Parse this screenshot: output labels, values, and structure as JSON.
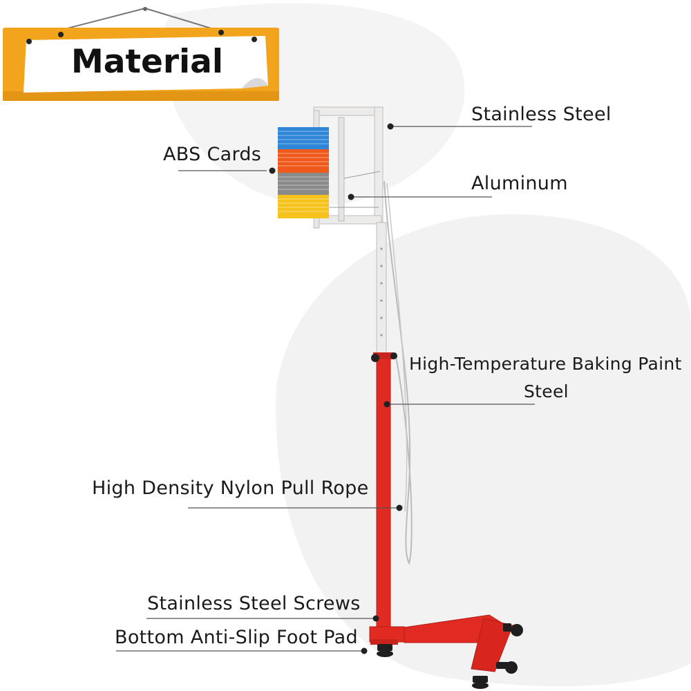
{
  "header": {
    "sign_title": "Material"
  },
  "callouts": {
    "stainless_steel": "Stainless Steel",
    "abs_cards": "ABS Cards",
    "aluminum": "Aluminum",
    "baking_paint_line1": "High-Temperature Baking Paint",
    "baking_paint_line2": "Steel",
    "nylon_rope": "High Density Nylon Pull Rope",
    "stainless_screws": "Stainless Steel Screws",
    "foot_pad": "Bottom Anti-Slip Foot Pad"
  },
  "colors": {
    "sign_wood": "#f2a51c",
    "sign_paper": "#ffffff",
    "upper_pole": "#ecebea",
    "lower_pole": "#e02a22",
    "card_blue": "#2f86d8",
    "card_orange": "#ef5a1c",
    "card_gray": "#8a8a8a",
    "card_yellow": "#f6c31c",
    "leader_line": "#555555",
    "background_blob": "#f3f3f3"
  },
  "icons": {
    "sign": "hanging-wood-sign-icon",
    "apparatus": "vertical-jump-tester-icon"
  }
}
